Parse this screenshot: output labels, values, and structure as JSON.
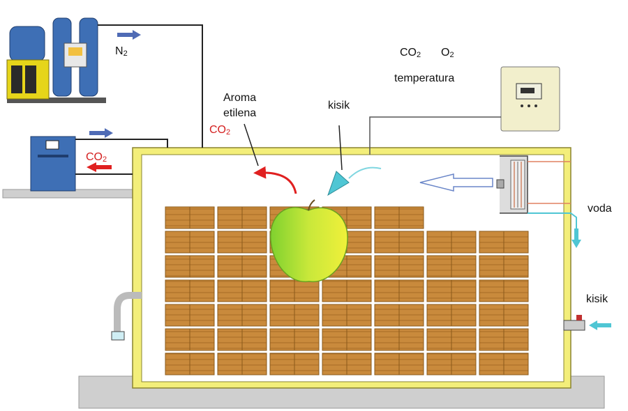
{
  "labels": {
    "n2": "N",
    "n2_sub": "2",
    "co2_main": "CO",
    "co2_sub": "2",
    "o2_main": "O",
    "o2_sub": "2",
    "temperatura": "temperatura",
    "aroma": "Aroma",
    "etilena": "etilena",
    "co2_aroma": "CO",
    "co2_aroma_sub": "2",
    "kisik_top": "kisik",
    "co2_left": "CO",
    "co2_left_sub": "2",
    "voda": "voda",
    "kisik_right": "kisik"
  },
  "crate_stacks": [
    {
      "rows": 7
    },
    {
      "rows": 7
    },
    {
      "rows": 7
    },
    {
      "rows": 7
    },
    {
      "rows": 7
    },
    {
      "rows": 6
    },
    {
      "rows": 6
    }
  ],
  "colors": {
    "wall": "#f3ee7a",
    "crate": "#c8893a",
    "floor": "#cfcfcf",
    "pipe": "#222222",
    "red_arrow": "#e02020",
    "blue_arrow": "#4f6bb5",
    "water": "#4fc6d4"
  }
}
